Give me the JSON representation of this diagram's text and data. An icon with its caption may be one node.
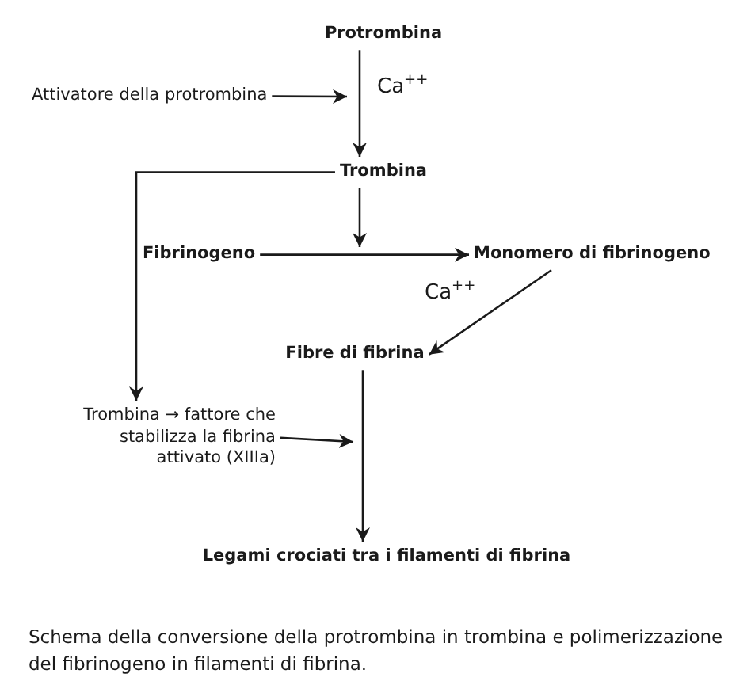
{
  "diagram": {
    "caption": "Schema della conversione della protrombina in trombina e polimerizzazione del fibrinogeno in filamenti di fibrina.",
    "nodes": [
      {
        "text": [
          "Protrombina"
        ]
      },
      {
        "text": [
          "Attivatore della protrombina"
        ]
      },
      {
        "text": [
          "Trombina"
        ]
      },
      {
        "text": [
          "Fibrinogeno"
        ]
      },
      {
        "text": [
          "Monomero di fibrinogeno"
        ]
      },
      {
        "text": [
          "Fibre di fibrina"
        ]
      },
      {
        "text": [
          "Trombina → fattore che stabilizza la fibrina attivato (XIIIa)"
        ]
      },
      {
        "text": [
          "Legami crociati tra i filamenti di fibrina"
        ]
      }
    ],
    "edges": [
      {
        "from": 0,
        "to": 2,
        "arrow": "to"
      },
      {
        "from": 1,
        "to": null,
        "arrow": "to"
      },
      {
        "from": 2,
        "to": null,
        "arrow": "to"
      },
      {
        "from": 3,
        "to": 4,
        "arrow": "to"
      },
      {
        "from": 4,
        "to": 5,
        "arrow": "to"
      },
      {
        "from": 2,
        "to": 6,
        "arrow": "to"
      },
      {
        "from": 5,
        "to": 7,
        "arrow": "to"
      },
      {
        "from": 6,
        "to": null,
        "arrow": "to"
      }
    ],
    "labels": [
      "Ca$^{++}$",
      "Ca$^{++}$"
    ]
  }
}
